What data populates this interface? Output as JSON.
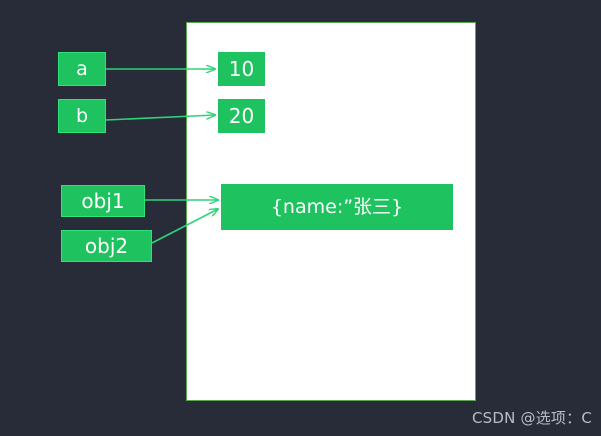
{
  "canvas": {
    "background_color": "#272c38",
    "accent_green": "#1ec25e",
    "panel_background": "#ffffff",
    "panel_border_color": "#5aa84f",
    "arrow_color": "#2fd47a"
  },
  "stack": {
    "label": "stack-variables",
    "variables": [
      {
        "name": "a",
        "label": "a"
      },
      {
        "name": "b",
        "label": "b"
      },
      {
        "name": "obj1",
        "label": "obj1"
      },
      {
        "name": "obj2",
        "label": "obj2"
      }
    ]
  },
  "heap": {
    "label": "heap-memory-panel",
    "values": [
      {
        "name": "number-10",
        "label": "10"
      },
      {
        "name": "number-20",
        "label": "20"
      },
      {
        "name": "object-literal",
        "label": "{name:”张三}"
      }
    ]
  },
  "references": [
    {
      "from": "a",
      "to": "number-10"
    },
    {
      "from": "b",
      "to": "number-20"
    },
    {
      "from": "obj1",
      "to": "object-literal"
    },
    {
      "from": "obj2",
      "to": "object-literal"
    }
  ],
  "watermark": {
    "text": "CSDN @选项：C"
  }
}
